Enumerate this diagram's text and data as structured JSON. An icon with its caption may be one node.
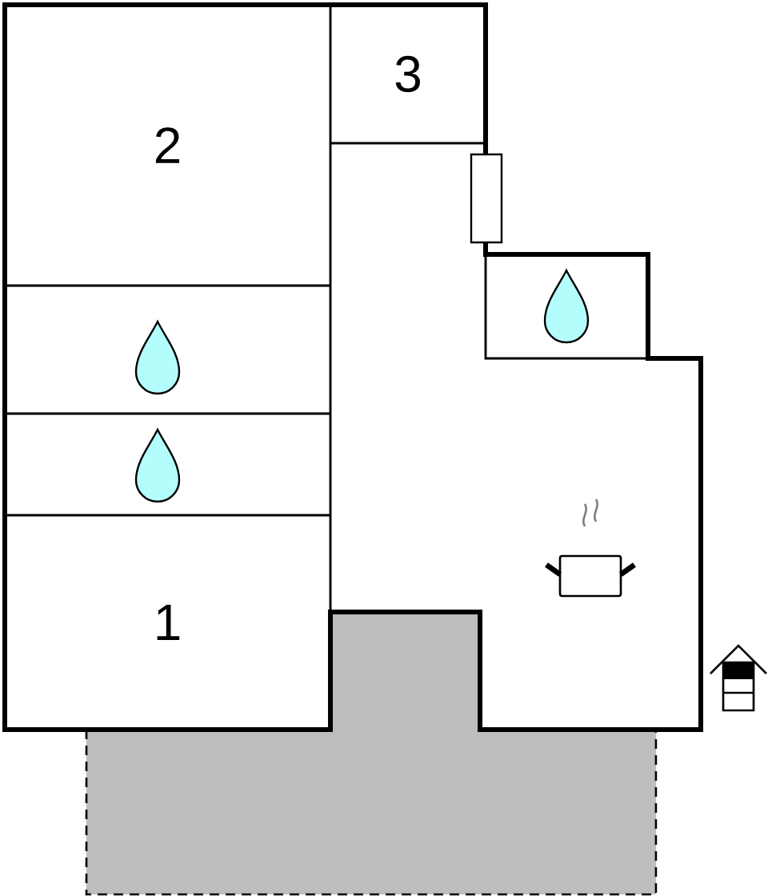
{
  "diagram": {
    "nodes": [
      {
        "text": [
          "2"
        ]
      },
      {
        "text": [
          "3"
        ]
      },
      {
        "text": [
          "1"
        ]
      }
    ]
  }
}
